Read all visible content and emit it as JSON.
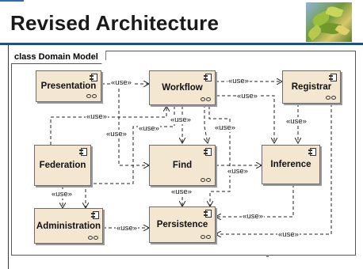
{
  "slide": {
    "title": "Revised Architecture"
  },
  "diagram": {
    "frame_label": "class Domain Model",
    "components": {
      "presentation": "Presentation",
      "workflow": "Workflow",
      "registrar": "Registrar",
      "federation": "Federation",
      "find": "Find",
      "inference": "Inference",
      "administration": "Administration",
      "persistence": "Persistence"
    },
    "dependency_label": "«use»"
  }
}
